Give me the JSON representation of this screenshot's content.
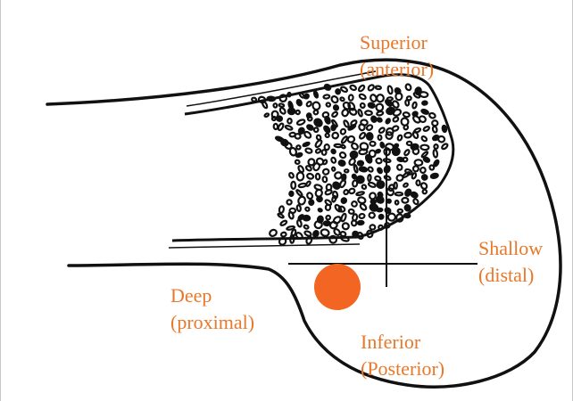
{
  "labels": {
    "superior": {
      "line1": "Superior",
      "line2": "(anterior)"
    },
    "shallow": {
      "line1": "Shallow",
      "line2": "(distal)"
    },
    "deep": {
      "line1": "Deep",
      "line2": "(proximal)"
    },
    "inferior": {
      "line1": "Inferior",
      "line2": "(Posterior)"
    }
  },
  "colors": {
    "label": "#e8782a",
    "marker": "#f26522",
    "outline": "#111111",
    "background": "#ffffff"
  }
}
